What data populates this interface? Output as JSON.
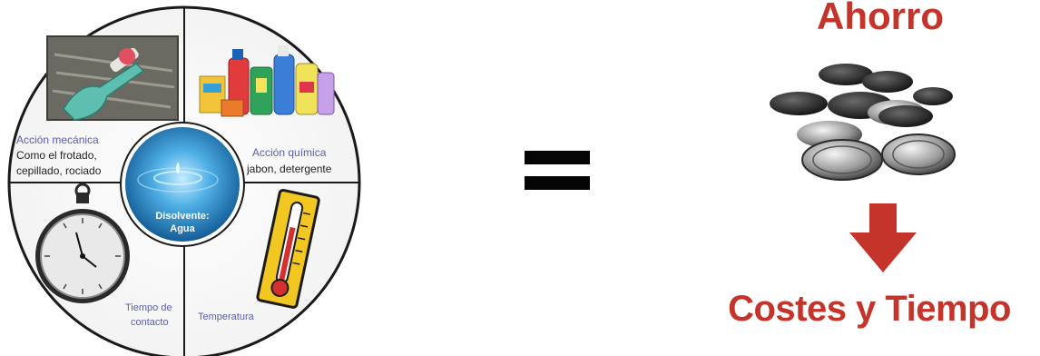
{
  "cycle": {
    "quadrants": [
      {
        "title": "Acción mecánica",
        "lines": [
          "Como el frotado,",
          "cepillado, rociado"
        ],
        "icon": "brush-icon"
      },
      {
        "title": "Acción química",
        "lines": [
          "jabon, detergente"
        ],
        "icon": "cleaning-products-icon"
      },
      {
        "title": "Tiempo de",
        "lines": [
          "contacto"
        ],
        "icon": "stopwatch-icon"
      },
      {
        "title": "Temperatura",
        "lines": [],
        "icon": "thermometer-icon"
      }
    ],
    "center": {
      "line1": "Disolvente:",
      "line2": "Agua",
      "icon": "water-drop-icon"
    },
    "colors": {
      "label_blue": "#5a5fa8",
      "label_dark": "#222222",
      "water": "#2b7fc0",
      "ring": "#1a1a1a"
    }
  },
  "equals_icon": "equals-icon",
  "result": {
    "top": "Ahorro",
    "bottom": "Costes y Tiempo",
    "coins_icon": "coins-icon",
    "arrow_icon": "arrow-down-icon",
    "accent": "#c4342a"
  }
}
